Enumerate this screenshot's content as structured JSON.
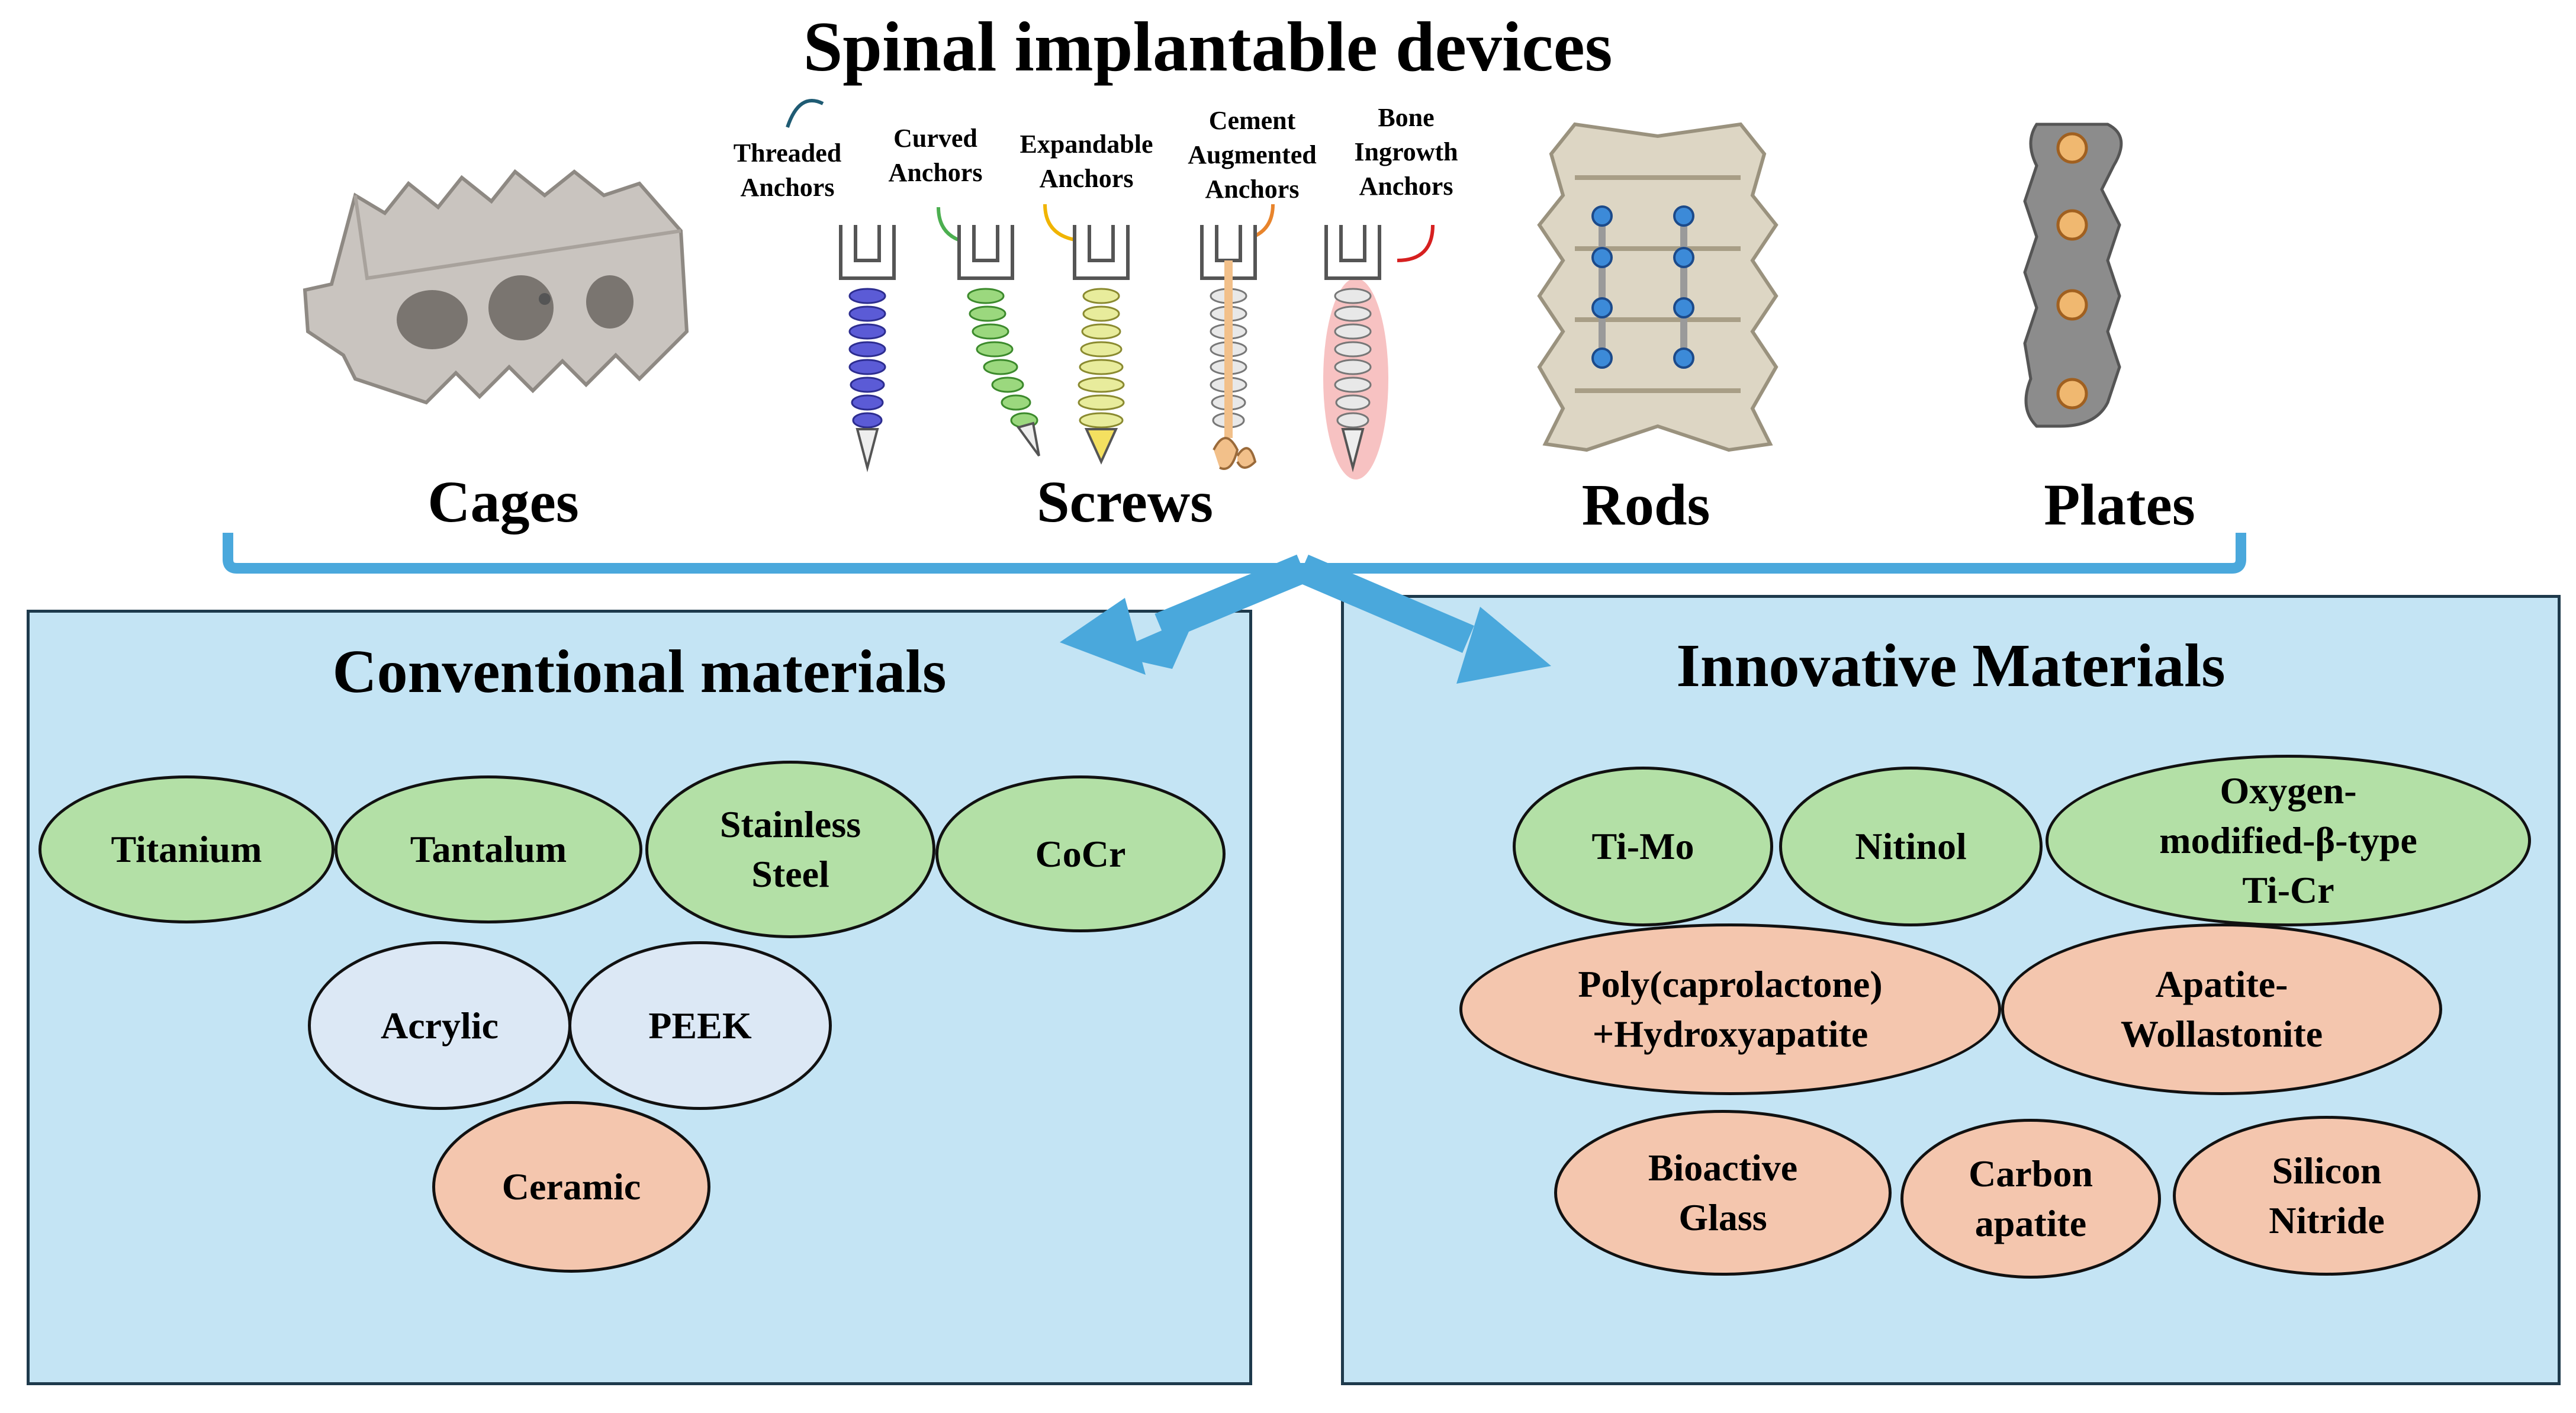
{
  "title": "Spinal implantable devices",
  "devices": {
    "cages": "Cages",
    "screws": "Screws",
    "rods": "Rods",
    "plates": "Plates"
  },
  "anchors": [
    {
      "line1": "Threaded",
      "line2": "Anchors",
      "line3": "",
      "color": "#1f5b73"
    },
    {
      "line1": "Curved",
      "line2": "Anchors",
      "line3": "",
      "color": "#4caf50"
    },
    {
      "line1": "Expandable",
      "line2": "Anchors",
      "line3": "",
      "color": "#f0b400"
    },
    {
      "line1": "Cement",
      "line2": "Augmented",
      "line3": "Anchors",
      "color": "#e8842c"
    },
    {
      "line1": "Bone",
      "line2": "Ingrowth",
      "line3": "Anchors",
      "color": "#d62020"
    }
  ],
  "conventional": {
    "title": "Conventional materials",
    "items": {
      "titanium": "Titanium",
      "tantalum": "Tantalum",
      "stainless_1": "Stainless",
      "stainless_2": "Steel",
      "cocr": "CoCr",
      "acrylic": "Acrylic",
      "peek": "PEEK",
      "ceramic": "Ceramic"
    }
  },
  "innovative": {
    "title": "Innovative Materials",
    "items": {
      "timo": "Ti-Mo",
      "nitinol": "Nitinol",
      "oxy_1": "Oxygen-",
      "oxy_2": "modified-β-type",
      "oxy_3": "Ti-Cr",
      "pcl_1": "Poly(caprolactone)",
      "pcl_2": "+Hydroxyapatite",
      "aw_1": "Apatite-",
      "aw_2": "Wollastonite",
      "bg_1": "Bioactive",
      "bg_2": "Glass",
      "ca_1": "Carbon",
      "ca_2": "apatite",
      "sn_1": "Silicon",
      "sn_2": "Nitride"
    }
  },
  "colors": {
    "bracket": "#4aa8dc",
    "panel": "#c4e4f4",
    "green": "#b3e0a6",
    "blue": "#dce8f5",
    "peach": "#f4c6ae"
  }
}
